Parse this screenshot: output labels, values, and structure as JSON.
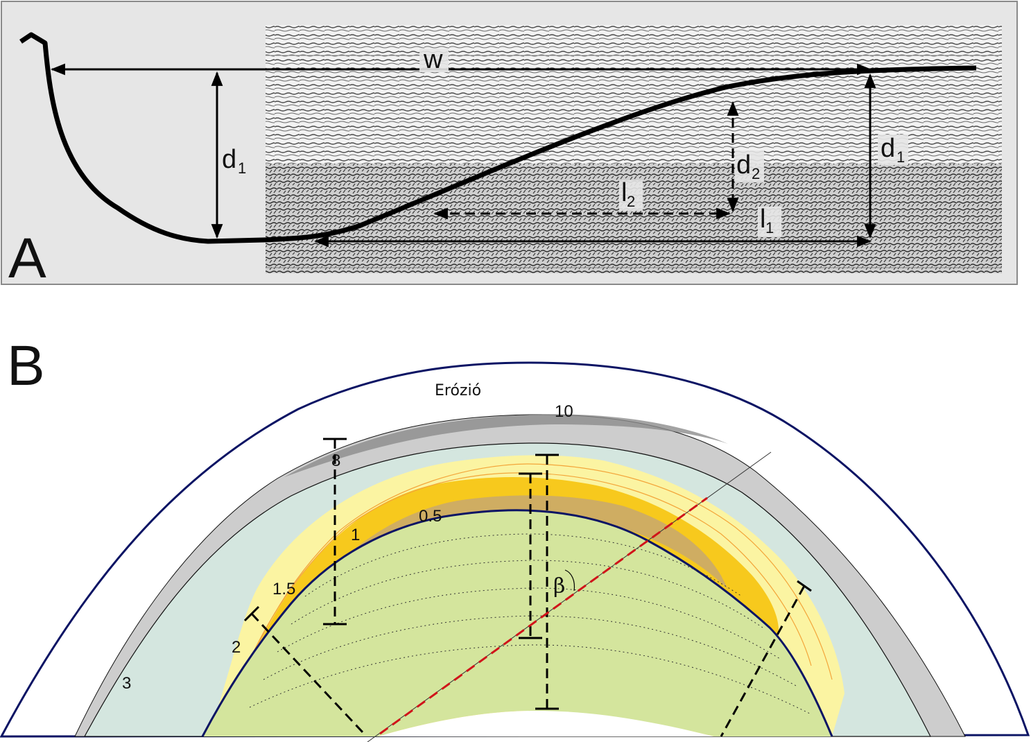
{
  "panel_a": {
    "letter": "A",
    "labels": {
      "w": "w",
      "d1_left": "d",
      "d1_left_sub": "1",
      "d1_right": "d",
      "d1_right_sub": "1",
      "d2": "d",
      "d2_sub": "2",
      "l1": "l",
      "l1_sub": "1",
      "l2": "l",
      "l2_sub": "2"
    }
  },
  "panel_b": {
    "letter": "B",
    "erosion_label": "Erózió",
    "angle_label": "β",
    "contour_labels": {
      "c10": "10",
      "c8": "8",
      "c05": "0.5",
      "c1": "1",
      "c15": "1.5",
      "c2": "2",
      "c3": "3"
    },
    "colors": {
      "outline": "#0b1464",
      "green": "#d4e59d",
      "mint": "#d4e6df",
      "light_yellow": "#fbf4a2",
      "orange": "#f7c91d",
      "tan": "#c8a86e",
      "gray": "#cdcdcd",
      "dark_gray": "#8c8c8c",
      "red_dash": "#d0141a"
    }
  }
}
